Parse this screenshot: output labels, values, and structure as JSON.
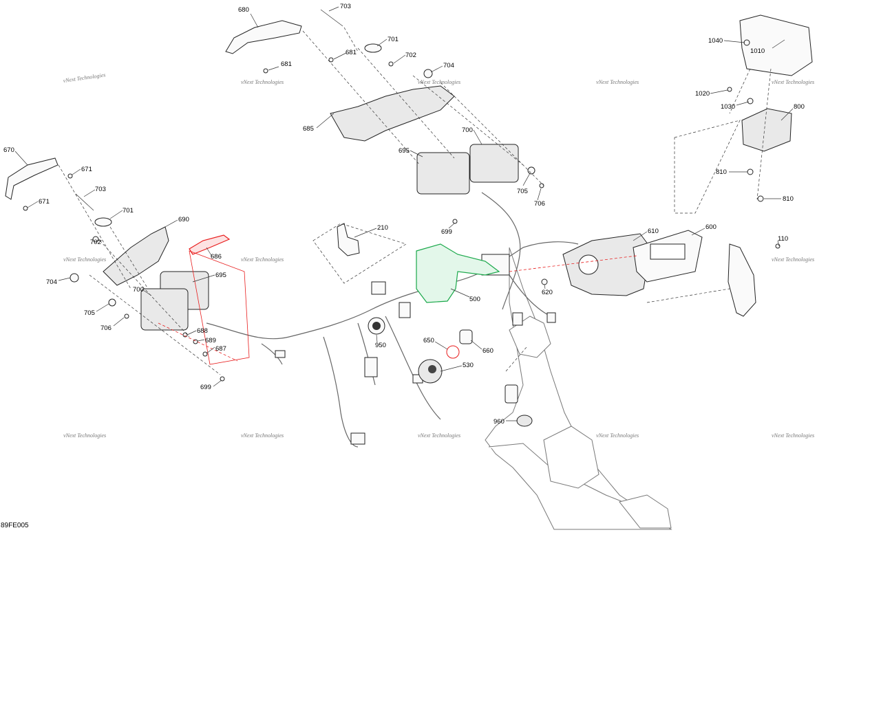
{
  "diagram": {
    "code": "89FE005",
    "watermark": "vNext Technologies",
    "colors": {
      "highlight_red": "#e81c1c",
      "highlight_green": "#1aa84a"
    },
    "labels": [
      "680",
      "703",
      "701",
      "681",
      "702",
      "681",
      "704",
      "685",
      "700",
      "695",
      "705",
      "706",
      "699",
      "670",
      "671",
      "703",
      "671",
      "701",
      "690",
      "702",
      "686",
      "704",
      "695",
      "700",
      "705",
      "706",
      "688",
      "689",
      "687",
      "699",
      "210",
      "500",
      "950",
      "650",
      "660",
      "530",
      "960",
      "610",
      "600",
      "620",
      "110",
      "1040",
      "1010",
      "1020",
      "1030",
      "800",
      "810",
      "810"
    ]
  }
}
